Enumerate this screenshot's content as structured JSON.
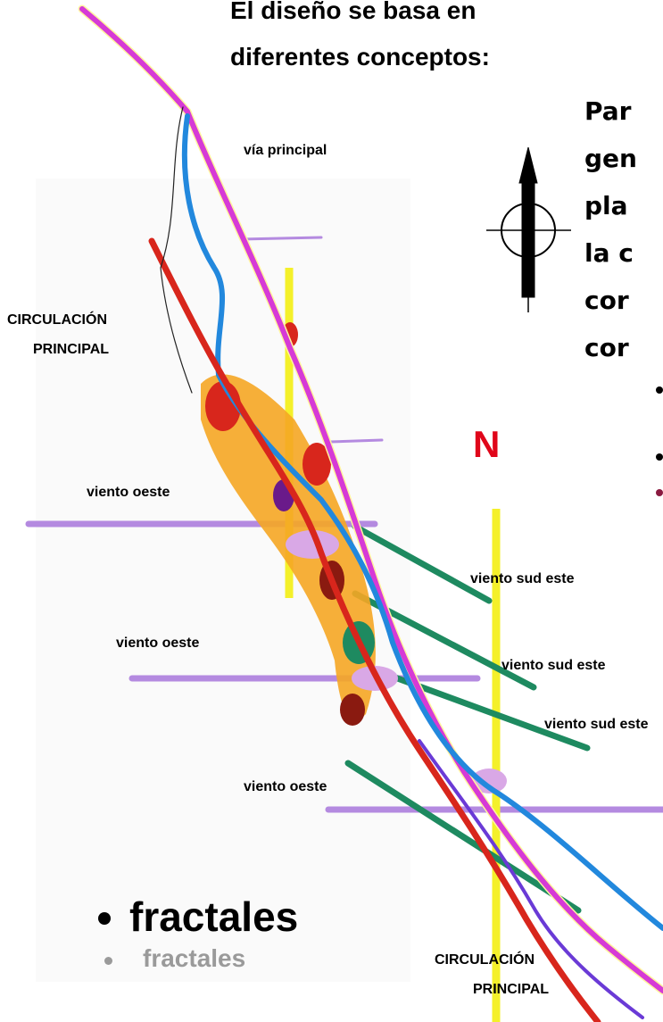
{
  "intro": {
    "line1": "El diseño se basa en",
    "line2": "diferentes conceptos:"
  },
  "side_text": [
    "Par",
    "gen",
    "pla",
    "la c",
    "cor",
    "cor"
  ],
  "labels": {
    "via_principal": "vía principal",
    "circulacion_top_1": "CIRCULACIÓN",
    "circulacion_top_2": "PRINCIPAL",
    "viento_oeste_1": "viento  oeste",
    "viento_oeste_2": "viento  oeste",
    "viento_oeste_3": "viento  oeste",
    "viento_sudeste_1": "viento sud este",
    "viento_sudeste_2": "viento sud este",
    "viento_sudeste_3": "viento sud este",
    "circulacion_bottom_1": "CIRCULACIÓN",
    "circulacion_bottom_2": "PRINCIPAL"
  },
  "north": "N",
  "bullets": {
    "primary": "fractales",
    "secondary": "fractales"
  },
  "colors": {
    "magenta": "#d63ad6",
    "blue": "#2288dd",
    "red": "#d8261c",
    "yellow": "#f4f02a",
    "violet": "#b48ae0",
    "green": "#1e8a60",
    "orange": "#f5a623",
    "north": "#e0061a"
  }
}
